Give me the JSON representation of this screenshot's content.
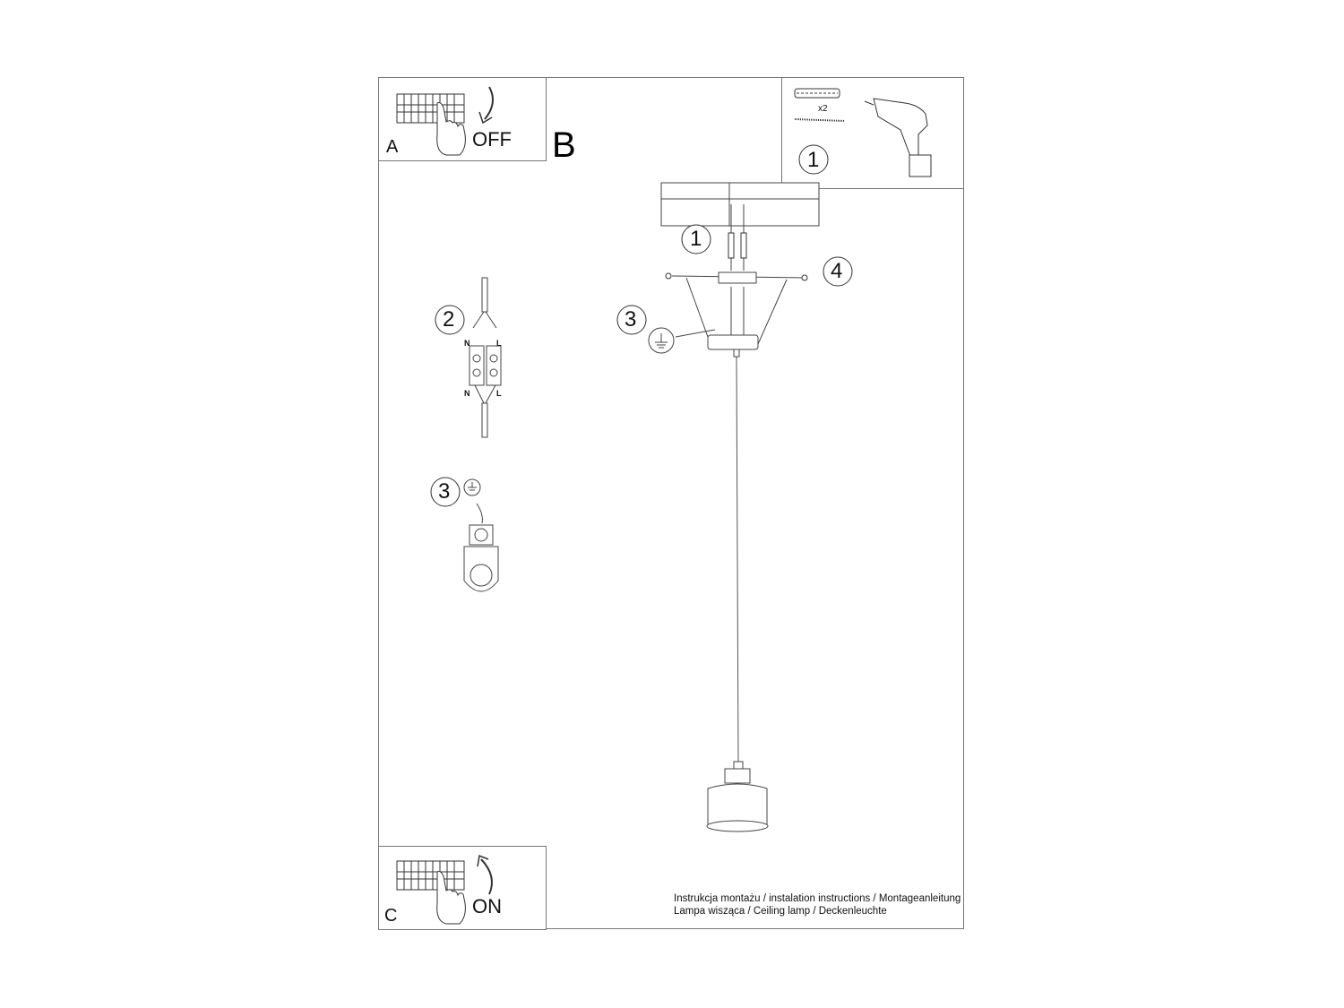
{
  "step_a": {
    "letter": "A",
    "action": "OFF"
  },
  "step_b": {
    "letter": "B"
  },
  "step_c": {
    "letter": "C",
    "action": "ON"
  },
  "tools_panel": {
    "callout": "1",
    "quantity": "x2"
  },
  "main_callouts": {
    "one": "1",
    "three": "3",
    "four": "4"
  },
  "wiring_detail": {
    "callout": "2",
    "labels": {
      "n_top": "N",
      "l_top": "L",
      "n_bottom": "N",
      "l_bottom": "L"
    }
  },
  "ground_detail": {
    "callout": "3"
  },
  "footer": {
    "line1": "Instrukcja montażu / instalation instructions / Montageanleitung",
    "line2": "Lampa wisząca / Ceiling lamp / Deckenleuchte"
  }
}
